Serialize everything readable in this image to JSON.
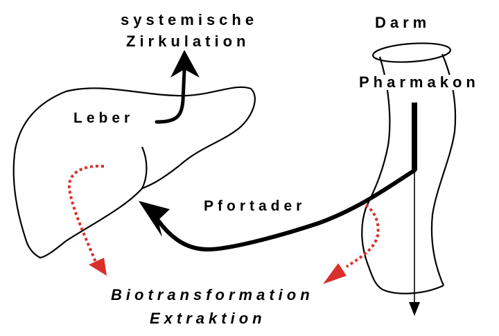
{
  "labels": {
    "systemic_line1": "systemische",
    "systemic_line2": "Zirkulation",
    "liver": "Leber",
    "gut": "Darm",
    "drug": "Pharmakon",
    "portal_vein": "Pfortader",
    "result_line1": "Biotransformation",
    "result_line2": "Extraktion"
  },
  "colors": {
    "outline": "#000000",
    "dotted_arrows": "#d9302c"
  },
  "icons": [
    "liver-outline",
    "intestine-tube",
    "arrow-up",
    "arrow-down",
    "dotted-red-arrow"
  ]
}
